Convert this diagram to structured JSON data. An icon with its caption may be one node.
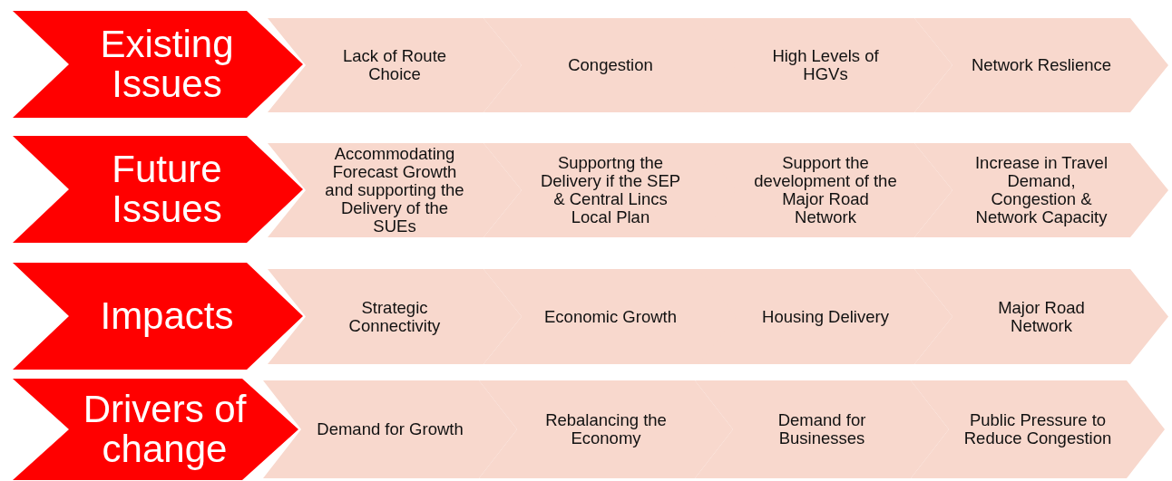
{
  "diagram": {
    "nodes": [
      {
        "text": [
          "Existing Issues"
        ]
      },
      {
        "text": [
          "Lack of Route Choice"
        ]
      },
      {
        "text": [
          "Congestion"
        ]
      },
      {
        "text": [
          "High Levels of HGVs"
        ]
      },
      {
        "text": [
          "Network Reslience"
        ]
      },
      {
        "text": [
          "Future Issues"
        ]
      },
      {
        "text": [
          "Accommodating Forecast Growth and supporting the Delivery of the SUEs"
        ]
      },
      {
        "text": [
          "Supportng the Delivery if the SEP & Central Lincs Local Plan"
        ]
      },
      {
        "text": [
          "Support the development of the Major Road Network"
        ]
      },
      {
        "text": [
          "Increase in Travel Demand, Congestion & Network Capacity"
        ]
      },
      {
        "text": [
          "Impacts"
        ]
      },
      {
        "text": [
          "Strategic Connectivity"
        ]
      },
      {
        "text": [
          "Economic Growth"
        ]
      },
      {
        "text": [
          "Housing Delivery"
        ]
      },
      {
        "text": [
          "Major Road Network"
        ]
      },
      {
        "text": [
          "Drivers of change"
        ]
      },
      {
        "text": [
          "Demand for Growth"
        ]
      },
      {
        "text": [
          "Rebalancing the Economy"
        ]
      },
      {
        "text": [
          "Demand for Businesses"
        ]
      },
      {
        "text": [
          "Public Pressure to Reduce Congestion"
        ]
      }
    ]
  }
}
